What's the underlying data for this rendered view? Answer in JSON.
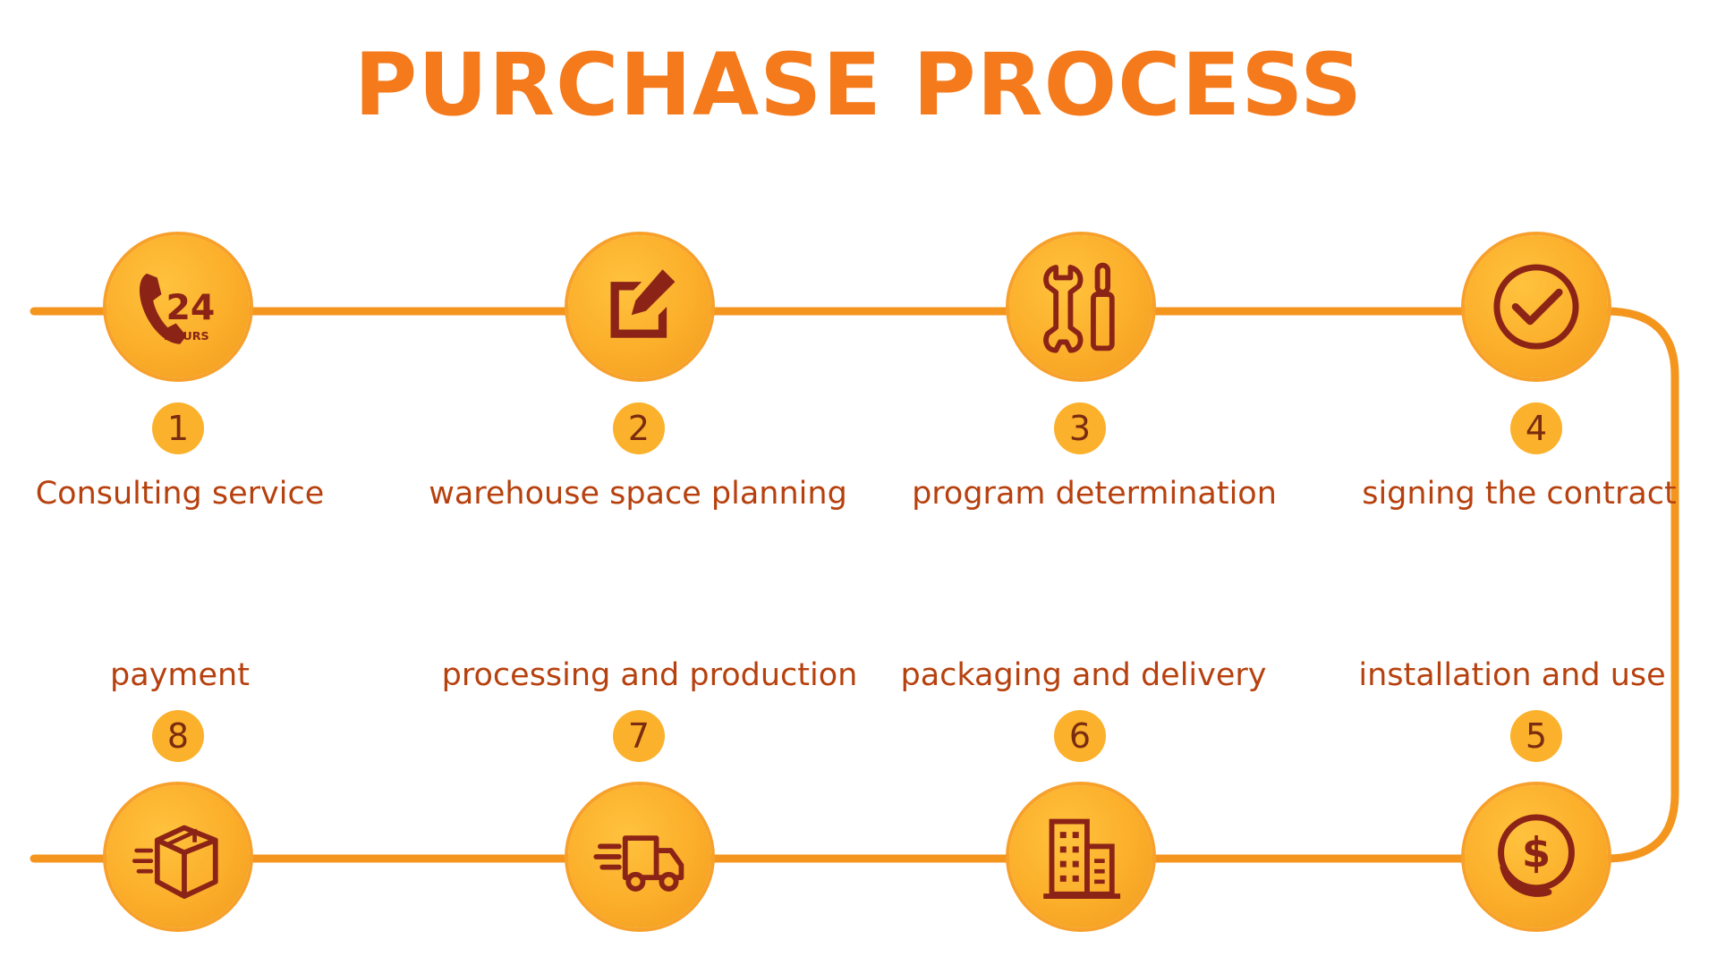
{
  "title": "PURCHASE PROCESS",
  "colors": {
    "accent": "#f47a1c",
    "line": "#f4961e",
    "circle": "#fbae2a",
    "icon": "#8b2416",
    "label": "#b7410e"
  },
  "steps": [
    {
      "number": "1",
      "label": "Consulting service",
      "icon": "phone-24-hours-icon",
      "icon_text_main": "24",
      "icon_text_sub": "HOURS"
    },
    {
      "number": "2",
      "label": "warehouse space planning",
      "icon": "edit-pencil-icon"
    },
    {
      "number": "3",
      "label": "program determination",
      "icon": "wrench-screwdriver-icon"
    },
    {
      "number": "4",
      "label": "signing the contract",
      "icon": "checkmark-icon"
    },
    {
      "number": "5",
      "label": "installation and use",
      "icon": "dollar-coin-icon"
    },
    {
      "number": "6",
      "label": "packaging and delivery",
      "icon": "building-icon"
    },
    {
      "number": "7",
      "label": "processing and production",
      "icon": "delivery-truck-icon"
    },
    {
      "number": "8",
      "label": "payment",
      "icon": "package-box-icon"
    }
  ]
}
